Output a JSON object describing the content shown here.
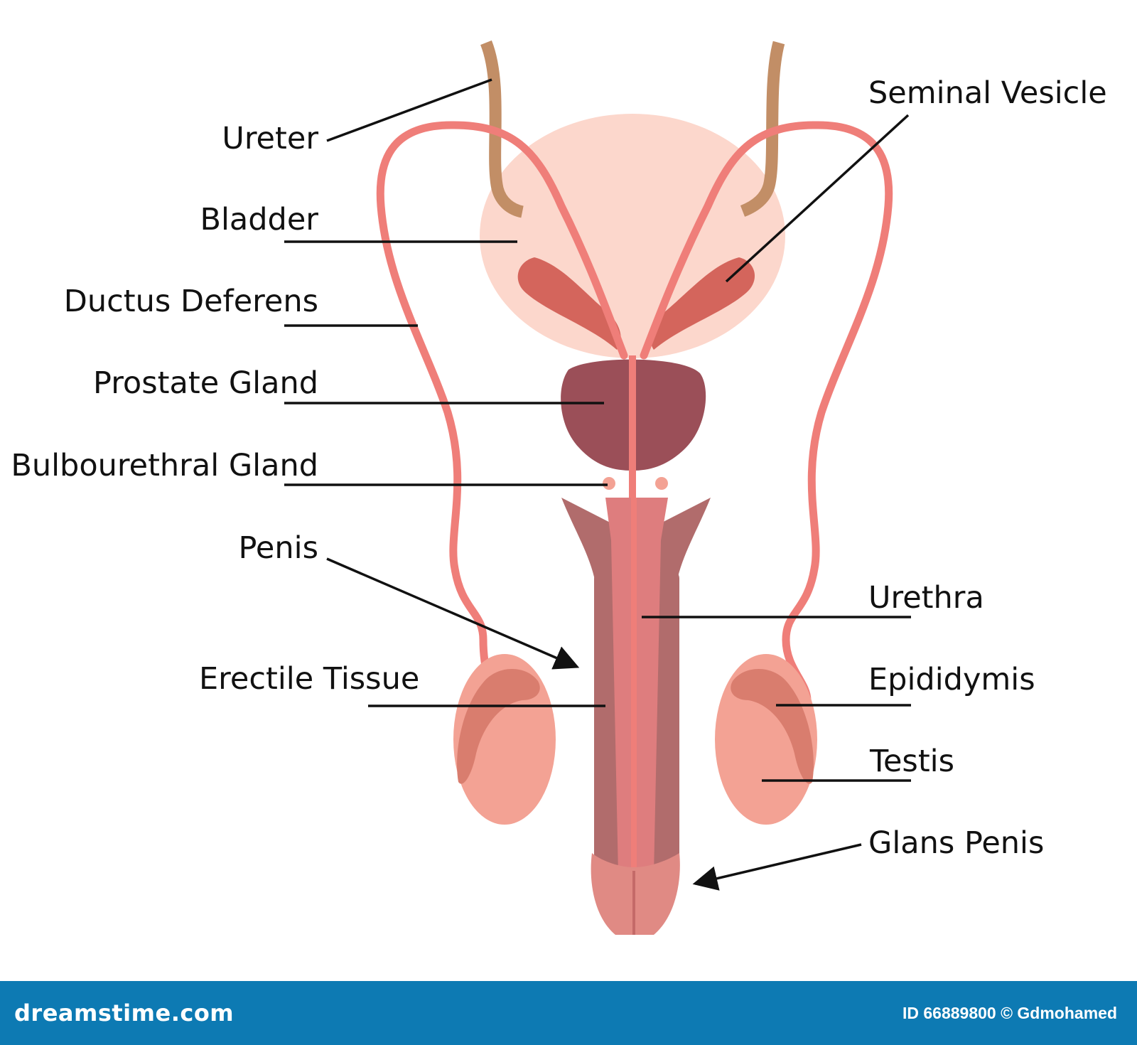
{
  "labels": {
    "ureter": "Ureter",
    "bladder": "Bladder",
    "ductus_deferens": "Ductus Deferens",
    "prostate_gland": "Prostate Gland",
    "bulbourethral_gland": "Bulbourethral Gland",
    "penis": "Penis",
    "erectile_tissue": "Erectile Tissue",
    "seminal_vesicle": "Seminal Vesicle",
    "urethra": "Urethra",
    "epididymis": "Epididymis",
    "testis": "Testis",
    "glans_penis": "Glans Penis"
  },
  "footer": {
    "brand": "dreamstime.com",
    "credit": "ID 66889800 © Gdmohamed"
  },
  "colors": {
    "bladder": "#fcd7cc",
    "ureter": "#c28e66",
    "duct": "#ef7e79",
    "seminal_vesicle": "#d4655c",
    "prostate": "#9b4f58",
    "erectile": "#b16c6c",
    "spongiosum": "#de7d7e",
    "testis": "#f3a294",
    "epididymis": "#d97d6e",
    "footer_bg": "#0d7ab3"
  }
}
